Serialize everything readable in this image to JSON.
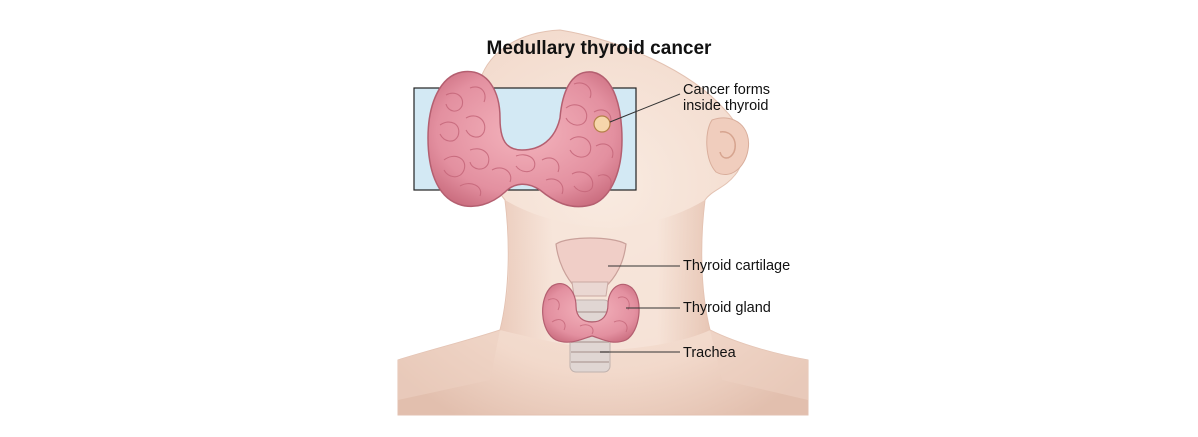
{
  "title": "Medullary thyroid cancer",
  "callouts": {
    "cancer_line1": "Cancer forms",
    "cancer_line2": "inside thyroid",
    "thyroid_cartilage": "Thyroid cartilage",
    "thyroid_gland": "Thyroid gland",
    "trachea": "Trachea"
  },
  "colors": {
    "skin": "#f4ddd0",
    "skin_shadow": "#dcb9a8",
    "thyroid": "#e89aa6",
    "thyroid_dark": "#b85a6c",
    "inset_bg": "#cfe6f2",
    "tumor": "#f6d1a6",
    "cartilage": "#f1cbc4",
    "trachea": "#dcd4d2"
  }
}
